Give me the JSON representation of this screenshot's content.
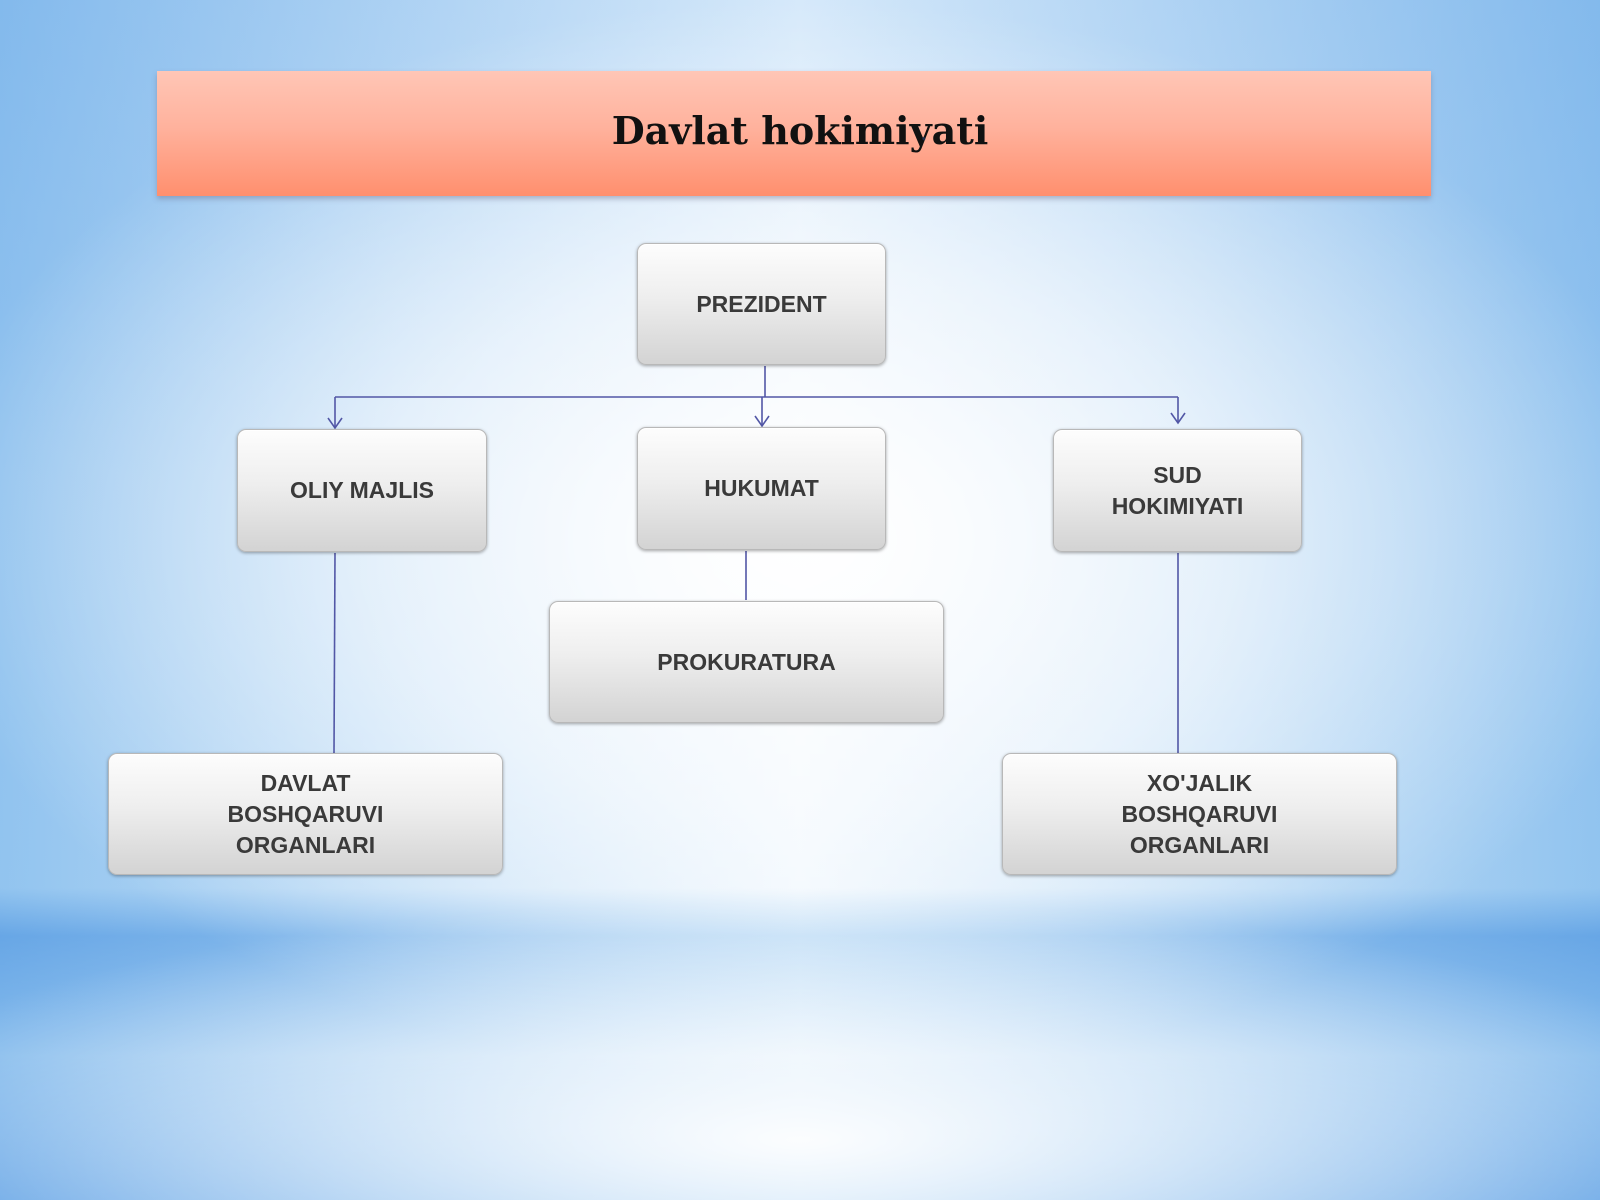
{
  "title": {
    "text": "Davlat hokimiyati",
    "trailing_dot": "."
  },
  "nodes": {
    "prezident": "PREZIDENT",
    "oliy_majlis": "OLIY MAJLIS",
    "hukumat": "HUKUMAT",
    "sud_hokimiyati": "SUD\nHOKIMIYATI",
    "prokuratura": "PROKURATURA",
    "davlat_boshqaruvi": "DAVLAT\nBOSHQARUVI\nORGANLARI",
    "xojalik_boshqaruvi": "XO'JALIK\nBOSHQARUVI\nORGANLARI"
  },
  "colors": {
    "banner": "#ff9a7c",
    "connector": "#5257a6",
    "node_text": "#3a3a3a"
  }
}
